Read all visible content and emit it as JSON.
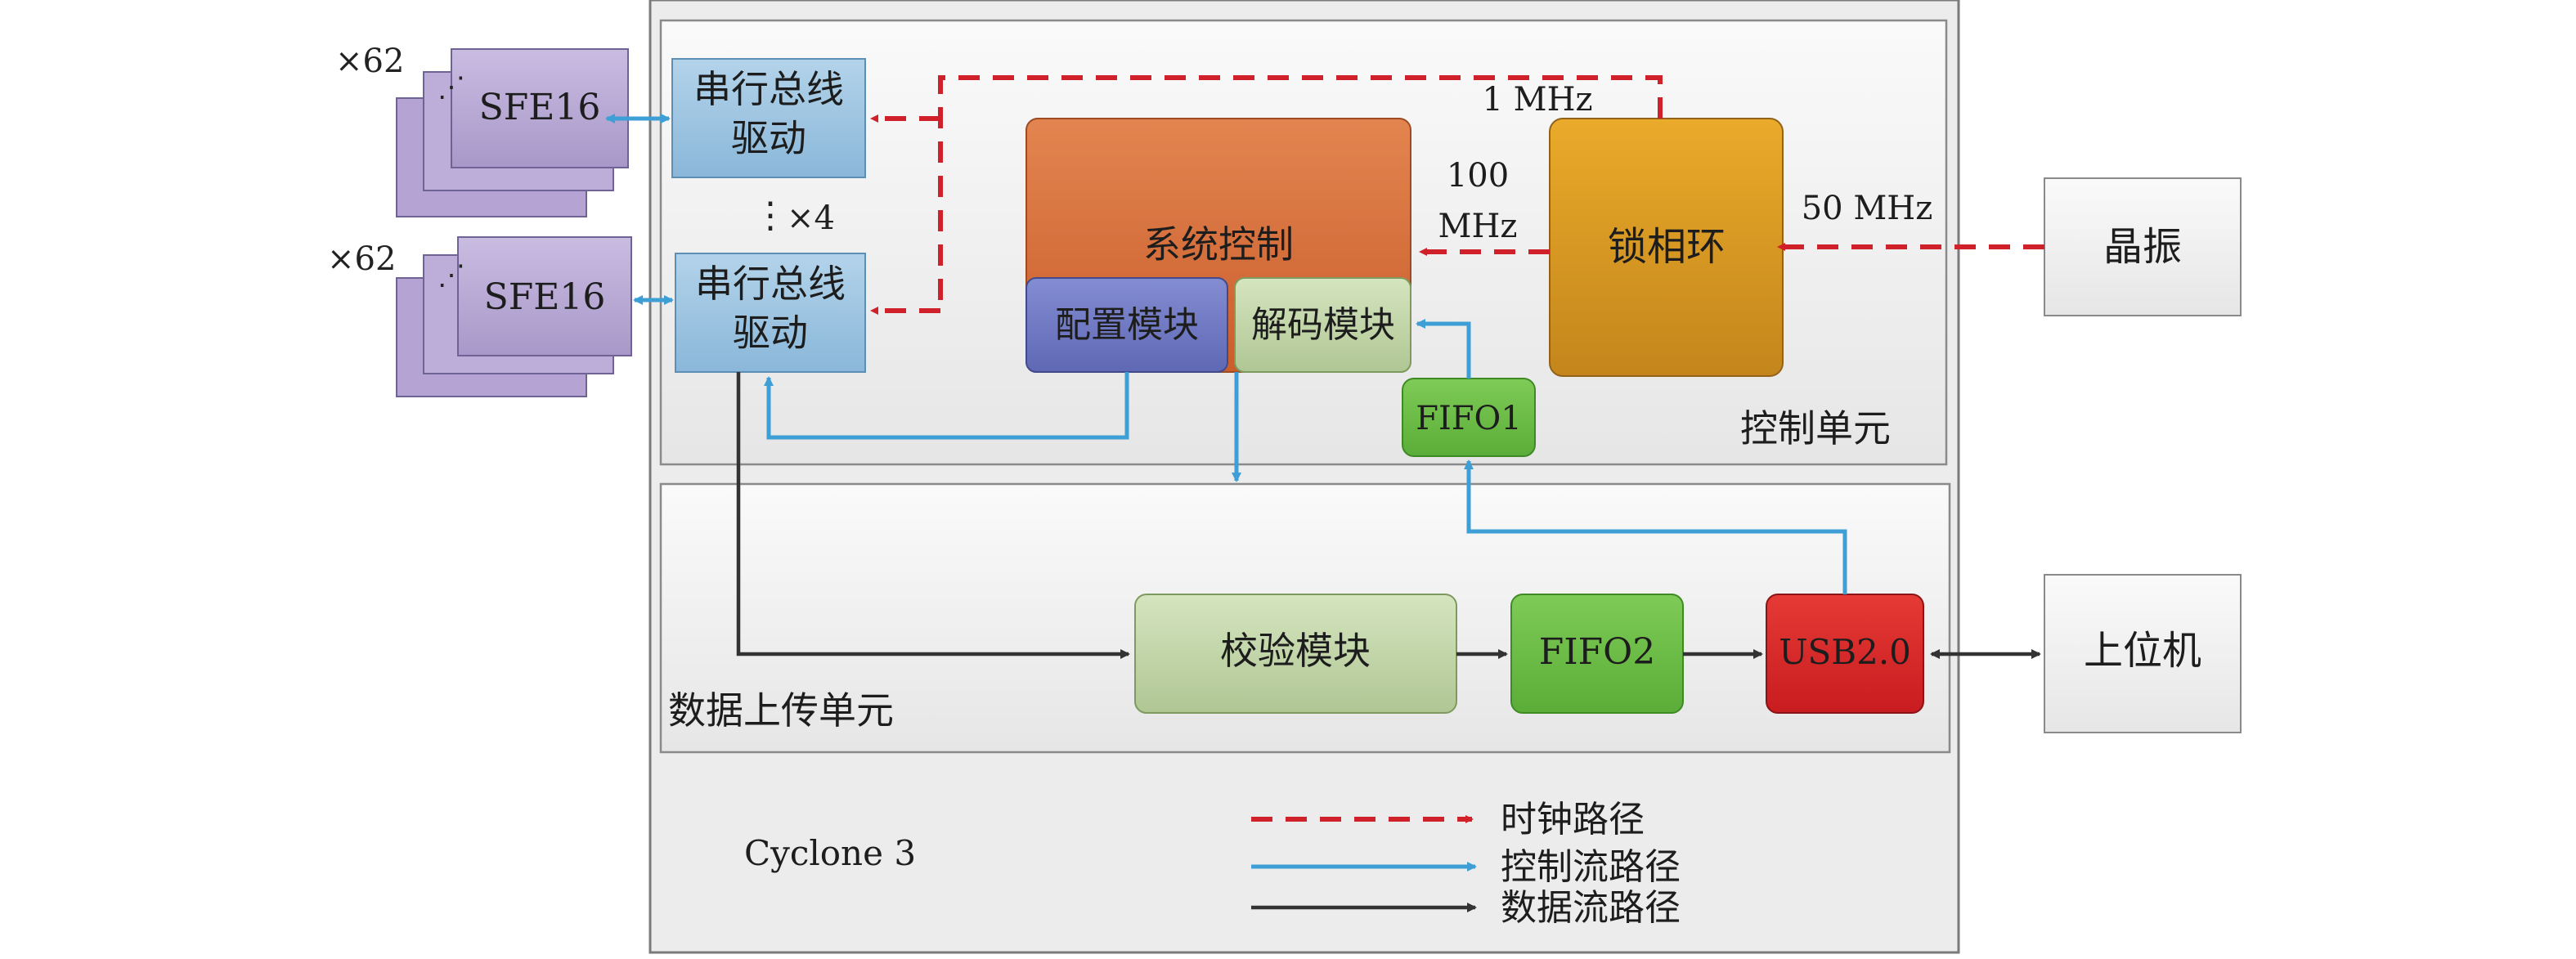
{
  "colors": {
    "clock_path": "#d0202a",
    "control_path": "#3d9fd6",
    "data_path": "#333333",
    "orange_block": "#d9713c",
    "purple_block": "#6f78c2",
    "green_light_block": "#c2d6a9",
    "green_block": "#6cbd46",
    "red_block": "#d8262a",
    "pll_gold": "#d99b22",
    "serial_blue": "#9fc6e2",
    "sfe_purple": "#b9a7d6"
  },
  "sfe_groups": [
    {
      "count": "×62",
      "label": "SFE16",
      "dots": "⋰"
    },
    {
      "count": "×62",
      "label": "SFE16",
      "dots": "⋰"
    }
  ],
  "serial_bus": {
    "line1": "串行总线",
    "line2": "驱动"
  },
  "repeat_note": {
    "dots": "⋮",
    "times": "×4"
  },
  "system_control": "系统控制",
  "config_module": "配置模块",
  "decode_module": "解码模块",
  "pll": "锁相环",
  "crystal": "晶振",
  "fifo1": "FIFO1",
  "fifo2": "FIFO2",
  "usb": "USB2.0",
  "checksum_module": "校验模块",
  "host": "上位机",
  "control_unit_label": "控制单元",
  "upload_unit_label": "数据上传单元",
  "chip_label": "Cyclone 3",
  "freqs": {
    "f1": "1 MHz",
    "f100_line1": "100",
    "f100_line2": "MHz",
    "f50": "50 MHz"
  },
  "legend": [
    {
      "label": "时钟路径",
      "style": "clock"
    },
    {
      "label": "控制流路径",
      "style": "control"
    },
    {
      "label": "数据流路径",
      "style": "data"
    }
  ]
}
